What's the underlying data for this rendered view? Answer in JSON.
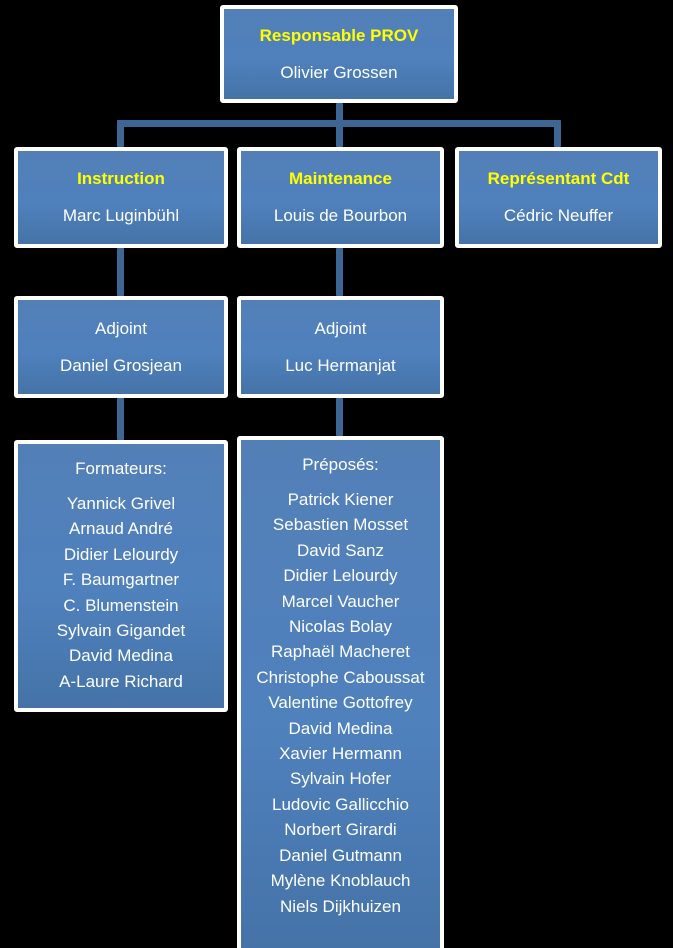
{
  "colors": {
    "background": "#000000",
    "box_fill": "#4f81bd",
    "box_border": "#ffffff",
    "connector": "#3d6694",
    "title_text": "#ffff00",
    "body_text": "#ffffff"
  },
  "org": {
    "root": {
      "title": "Responsable PROV",
      "name": "Olivier Grossen"
    },
    "branches": [
      {
        "title": "Instruction",
        "name": "Marc Luginbühl"
      },
      {
        "title": "Maintenance",
        "name": "Louis de Bourbon"
      },
      {
        "title": "Représentant Cdt",
        "name": "Cédric Neuffer"
      }
    ],
    "adjoints": [
      {
        "title": "Adjoint",
        "name": "Daniel Grosjean"
      },
      {
        "title": "Adjoint",
        "name": "Luc Hermanjat"
      }
    ],
    "teams": [
      {
        "heading": "Formateurs:",
        "members": [
          "Yannick Grivel",
          "Arnaud André",
          "Didier Lelourdy",
          "F. Baumgartner",
          "C. Blumenstein",
          "Sylvain Gigandet",
          "David Medina",
          "A-Laure Richard"
        ]
      },
      {
        "heading": "Préposés:",
        "members": [
          "Patrick Kiener",
          "Sebastien Mosset",
          "David Sanz",
          "Didier Lelourdy",
          "Marcel Vaucher",
          "Nicolas Bolay",
          "Raphaël Macheret",
          "Christophe Caboussat",
          "Valentine Gottofrey",
          "David Medina",
          "Xavier Hermann",
          "Sylvain Hofer",
          "Ludovic Gallicchio",
          "Norbert Girardi",
          "Daniel Gutmann",
          "Mylène Knoblauch",
          "Niels Dijkhuizen"
        ]
      }
    ]
  }
}
